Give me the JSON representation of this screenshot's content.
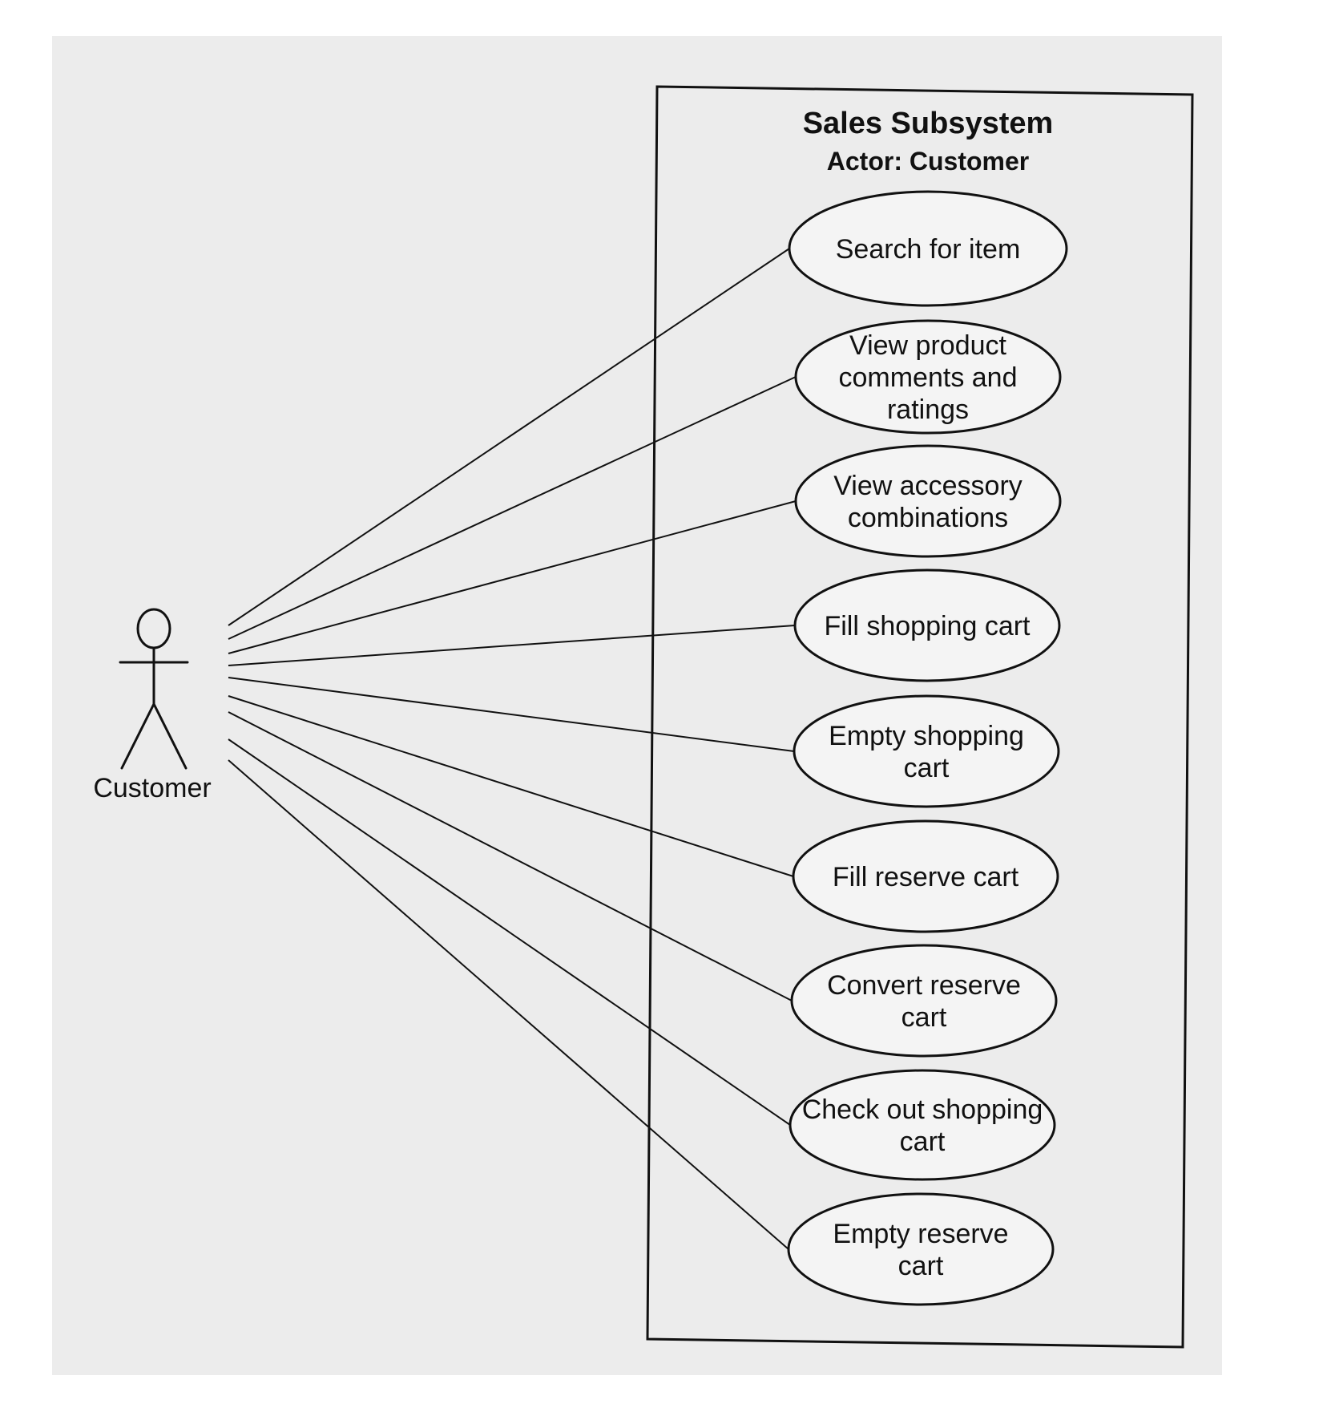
{
  "system": {
    "title": "Sales Subsystem",
    "subtitle": "Actor: Customer"
  },
  "actor": {
    "label": "Customer"
  },
  "use_cases": [
    {
      "lines": [
        "Search for item"
      ]
    },
    {
      "lines": [
        "View product",
        "comments and",
        "ratings"
      ]
    },
    {
      "lines": [
        "View accessory",
        "combinations"
      ]
    },
    {
      "lines": [
        "Fill shopping cart"
      ]
    },
    {
      "lines": [
        "Empty shopping",
        "cart"
      ]
    },
    {
      "lines": [
        "Fill reserve cart"
      ]
    },
    {
      "lines": [
        "Convert reserve",
        "cart"
      ]
    },
    {
      "lines": [
        "Check out shopping",
        "cart"
      ]
    },
    {
      "lines": [
        "Empty reserve",
        "cart"
      ]
    }
  ],
  "colors": {
    "ink": "#111111",
    "paper": "#ececec",
    "ellipse_fill": "#f4f4f4"
  }
}
